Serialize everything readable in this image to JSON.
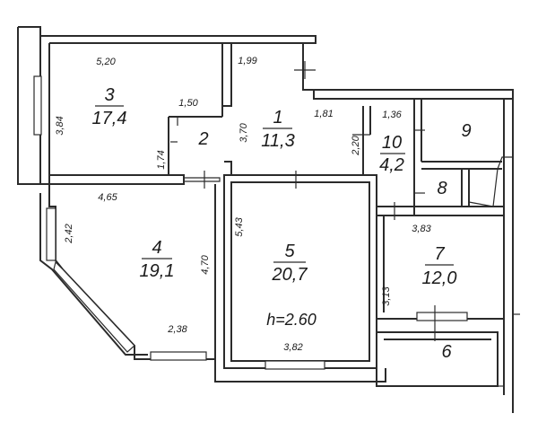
{
  "rooms": [
    {
      "id": "3",
      "number": "3",
      "area": "17,4"
    },
    {
      "id": "2",
      "number": "2",
      "area": ""
    },
    {
      "id": "1",
      "number": "1",
      "area": "11,3"
    },
    {
      "id": "10",
      "number": "10",
      "area": "4,2"
    },
    {
      "id": "9",
      "number": "9",
      "area": ""
    },
    {
      "id": "8",
      "number": "8",
      "area": ""
    },
    {
      "id": "4",
      "number": "4",
      "area": "19,1"
    },
    {
      "id": "5",
      "number": "5",
      "area": "20,7"
    },
    {
      "id": "7",
      "number": "7",
      "area": "12,0"
    },
    {
      "id": "6",
      "number": "6",
      "area": ""
    }
  ],
  "ceiling_height": "h=2.60",
  "dimensions": {
    "d_5_20": "5,20",
    "d_1_99": "1,99",
    "d_1_50": "1,50",
    "d_3_84": "3,84",
    "d_3_70": "3,70",
    "d_1_81": "1,81",
    "d_1_36": "1,36",
    "d_1_74": "1,74",
    "d_2_20": "2,20",
    "d_4_65": "4,65",
    "d_2_42": "2,42",
    "d_5_43": "5,43",
    "d_4_70": "4,70",
    "d_3_83": "3,83",
    "d_3_13": "3,13",
    "d_2_38": "2,38",
    "d_3_82": "3,82"
  }
}
